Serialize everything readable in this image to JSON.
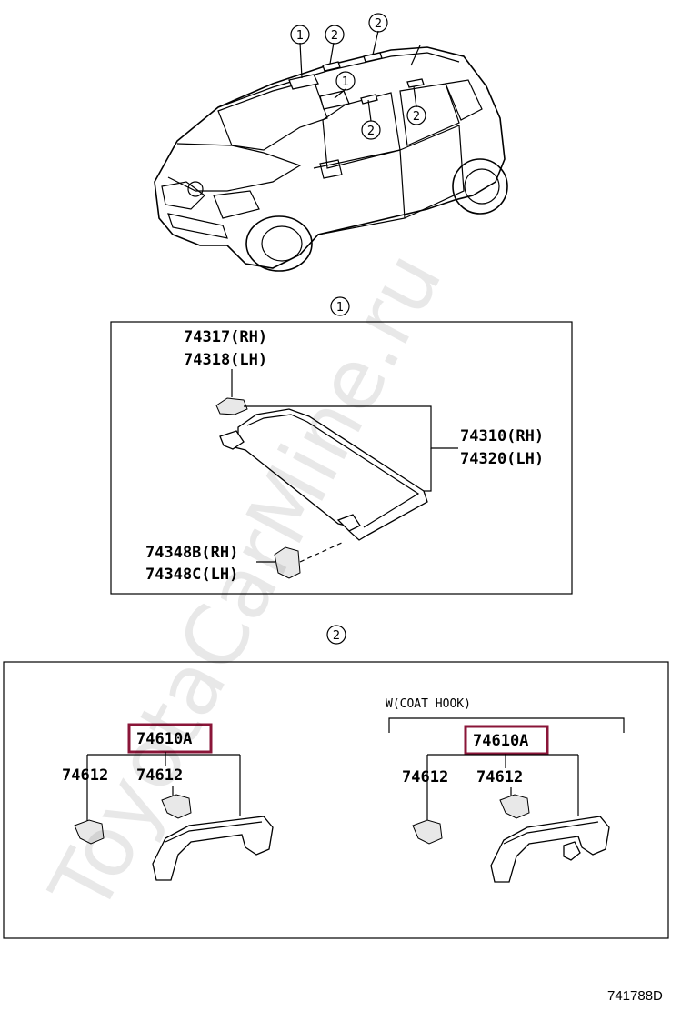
{
  "callouts": {
    "sun_visor": "1",
    "assist_grip": "2"
  },
  "sun_visor_panel": {
    "holder_rh": "74317(RH)",
    "holder_lh": "74318(LH)",
    "visor_rh": "74310(RH)",
    "visor_lh": "74320(LH)",
    "clip_rh": "74348B(RH)",
    "clip_lh": "74348C(LH)"
  },
  "assist_grip_panel": {
    "left": {
      "assembly": "74610A",
      "cover_a": "74612",
      "cover_b": "74612"
    },
    "right": {
      "note": "W(COAT HOOK)",
      "assembly": "74610A",
      "cover_a": "74612",
      "cover_b": "74612"
    }
  },
  "diagram_id": "741788D",
  "watermark": "ToyotaCarMine.ru",
  "colors": {
    "highlight": "#8a1538",
    "line": "#000000"
  }
}
